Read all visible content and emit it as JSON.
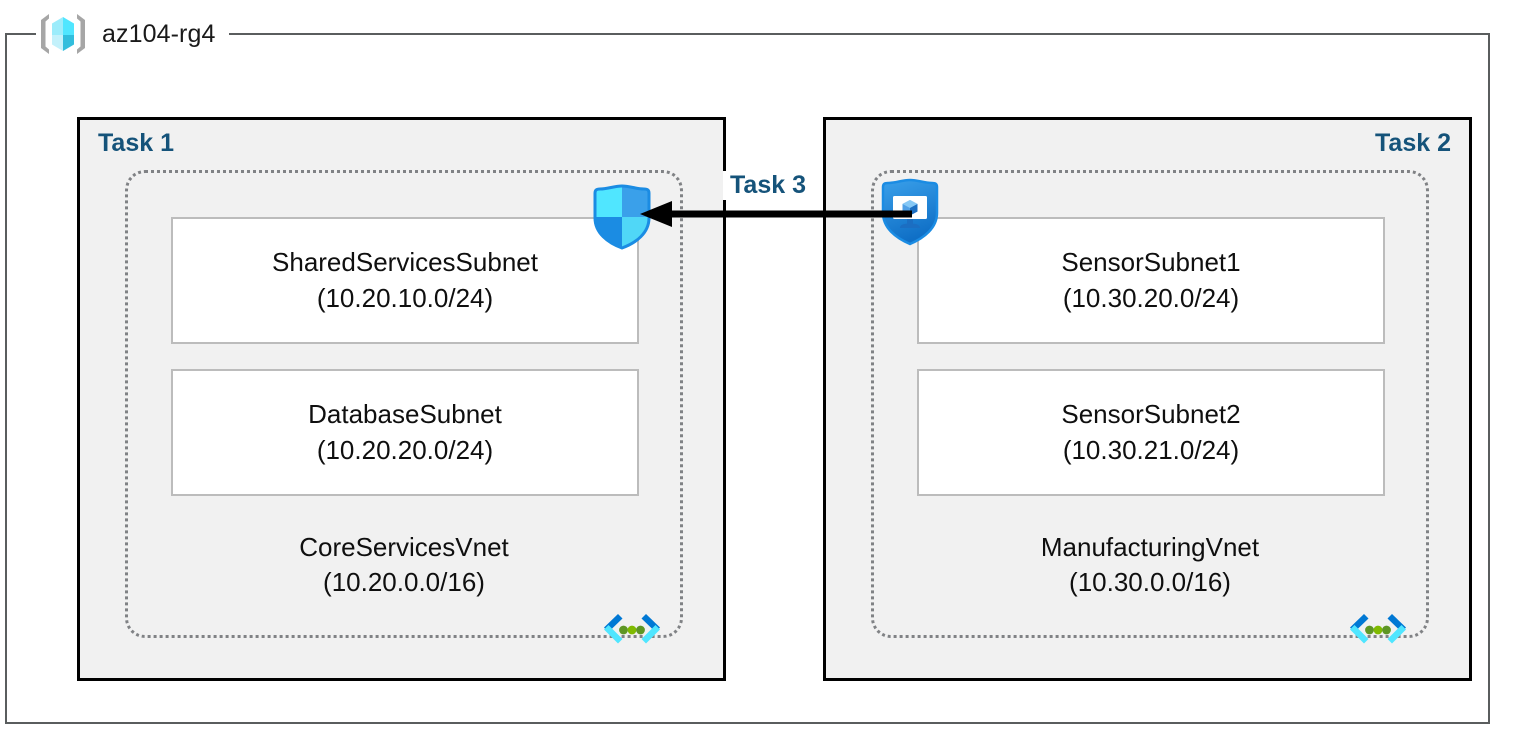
{
  "resource_group": {
    "name": "az104-rg4",
    "icon": "azure-resource-group-cube-icon"
  },
  "diagram": {
    "title": "az104-rg4",
    "colors": {
      "task_label": "#15537a",
      "panel_fill": "#f1f1f1",
      "panel_border": "#000000",
      "vnet_border": "#808285",
      "subnet_border": "#bcbcbc",
      "frame_border": "#5a5d5e",
      "arrow": "#000000",
      "azure_blue": "#0078d4",
      "azure_cyan": "#50e6ff"
    }
  },
  "panels": [
    {
      "task_label": "Task 1",
      "label_align": "left",
      "vnet": {
        "name": "CoreServicesVnet",
        "cidr": "(10.20.0.0/16)",
        "glyph": "virtual-network-icon"
      },
      "subnets": [
        {
          "name": "SharedServicesSubnet",
          "cidr": "(10.20.10.0/24)"
        },
        {
          "name": "DatabaseSubnet",
          "cidr": "(10.20.20.0/24)"
        }
      ],
      "badge": {
        "icon": "network-security-group-shield-icon",
        "position": "top-right"
      }
    },
    {
      "task_label": "Task 2",
      "label_align": "right",
      "vnet": {
        "name": "ManufacturingVnet",
        "cidr": "(10.30.0.0/16)",
        "glyph": "virtual-network-icon"
      },
      "subnets": [
        {
          "name": "SensorSubnet1",
          "cidr": "(10.30.20.0/24)"
        },
        {
          "name": "SensorSubnet2",
          "cidr": "(10.30.21.0/24)"
        }
      ],
      "badge": {
        "icon": "vm-security-shield-icon",
        "position": "top-left"
      }
    }
  ],
  "connection": {
    "label": "Task 3",
    "icon": "left-arrow-icon",
    "direction": "right-to-left",
    "from": "ManufacturingVnet",
    "to": "CoreServicesVnet"
  }
}
